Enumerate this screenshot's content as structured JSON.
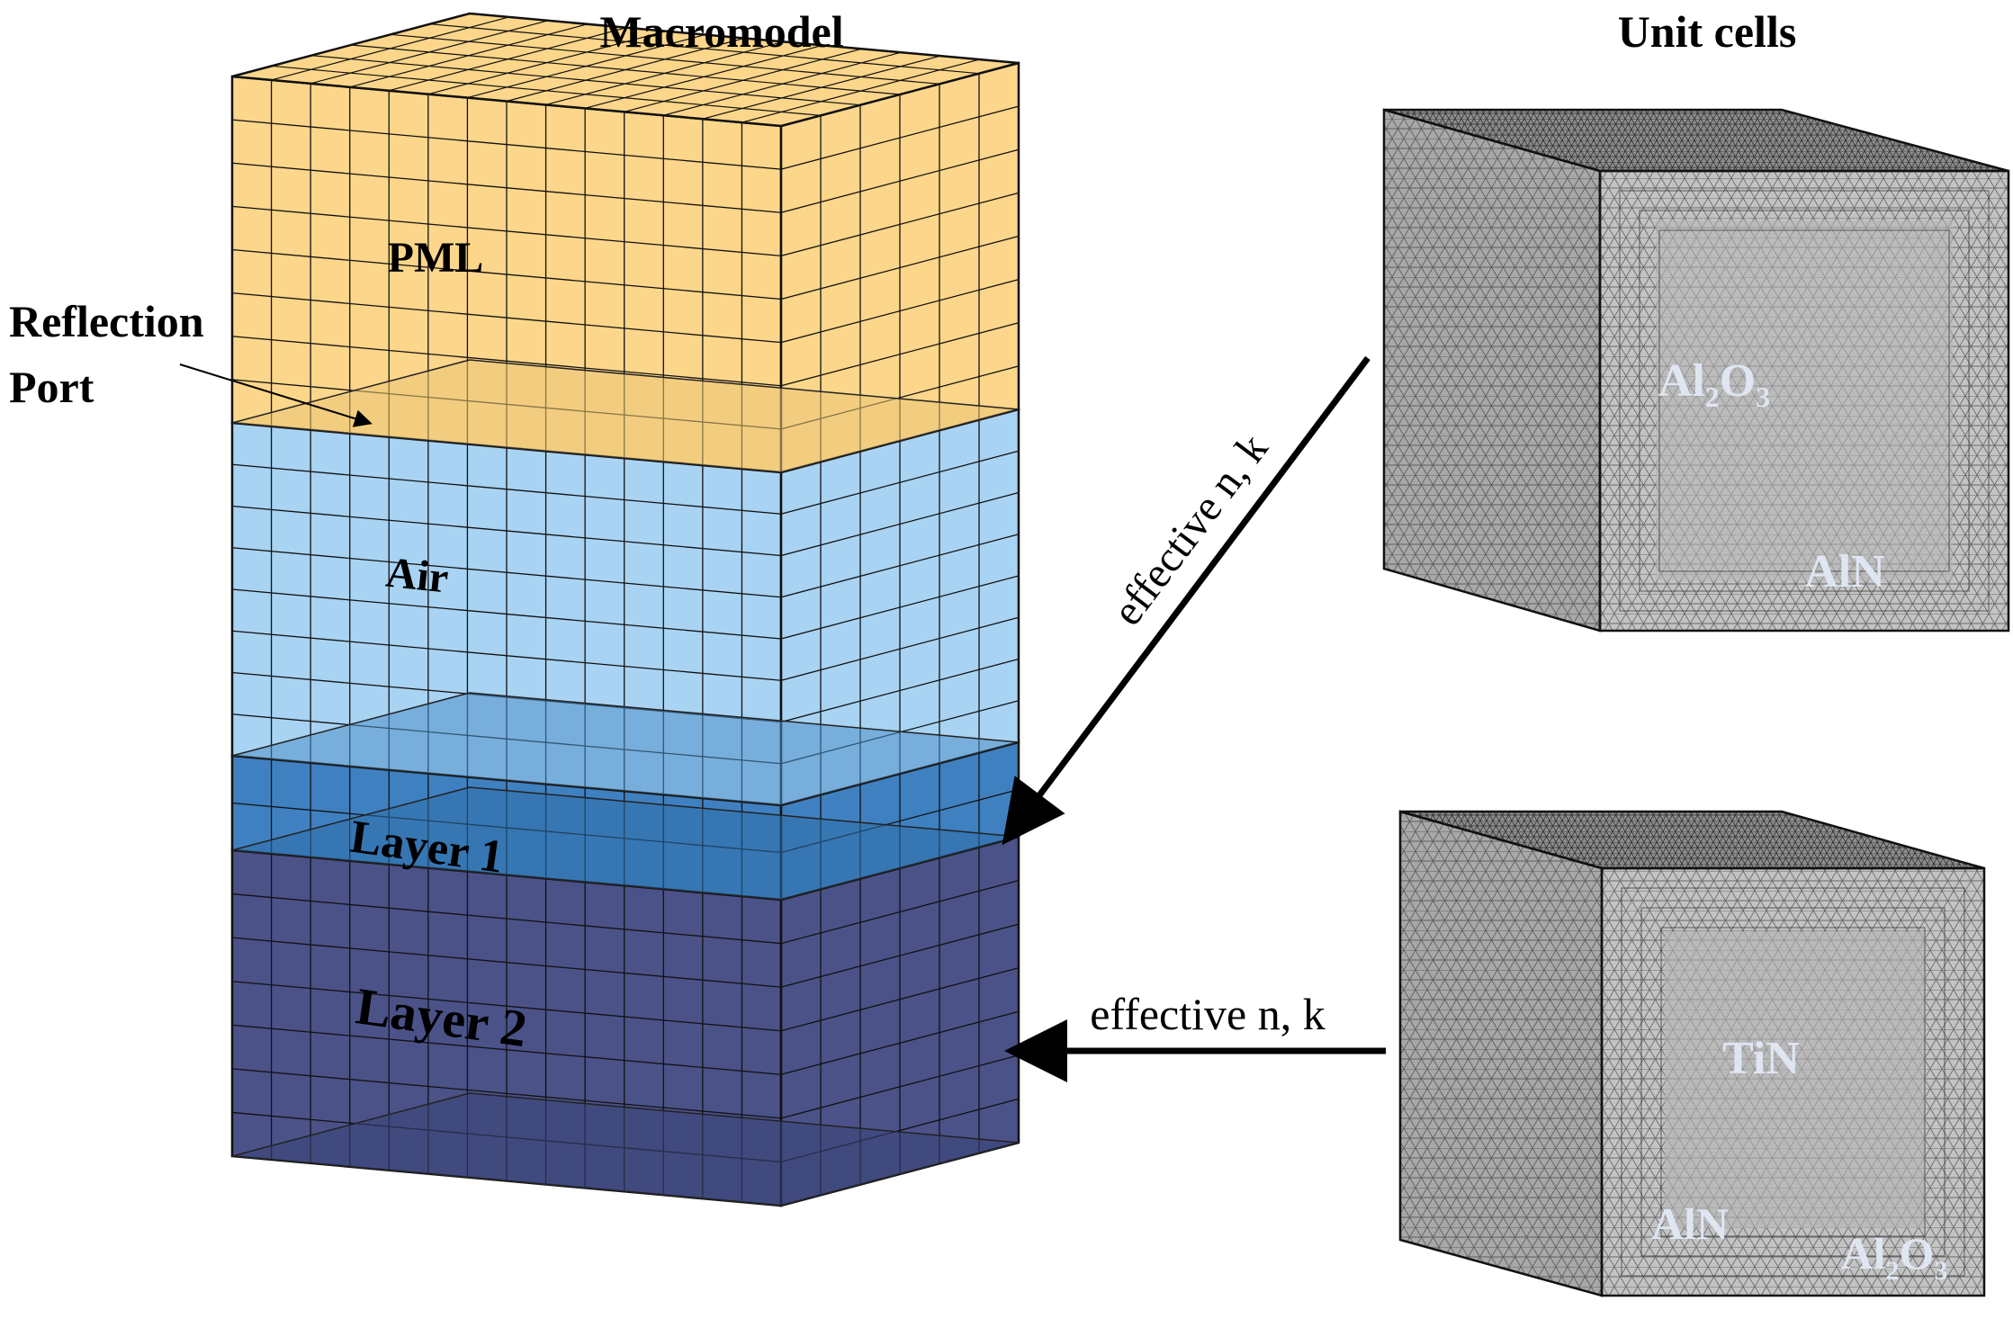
{
  "titles": {
    "macromodel": "Macromodel",
    "unit_cells": "Unit cells"
  },
  "macromodel": {
    "labels": {
      "pml": "PML",
      "air": "Air",
      "layer1": "Layer 1",
      "layer2": "Layer 2"
    },
    "reflection_port": {
      "line1": "Reflection",
      "line2": "Port"
    },
    "colors": {
      "pml": "#fcd68a",
      "air": "#a9d3f2",
      "layer1": "#3f80c0",
      "layer2": "#4b5288",
      "grid": "#111111"
    }
  },
  "arrows": {
    "upper": "effective n, k",
    "lower": "effective n, k"
  },
  "unit_cells": {
    "top": {
      "core_label": {
        "pre": "Al",
        "sub1": "2",
        "mid": "O",
        "sub2": "3"
      },
      "shell_label": "AlN"
    },
    "bottom": {
      "core_label": "TiN",
      "mid_label": "AlN",
      "shell_label": {
        "pre": "Al",
        "sub1": "2",
        "mid": "O",
        "sub2": "3"
      }
    },
    "colors": {
      "front": "#c3c3c3",
      "side": "#a8a8a8",
      "top": "#8e8e8e",
      "mesh": "#202020"
    }
  }
}
